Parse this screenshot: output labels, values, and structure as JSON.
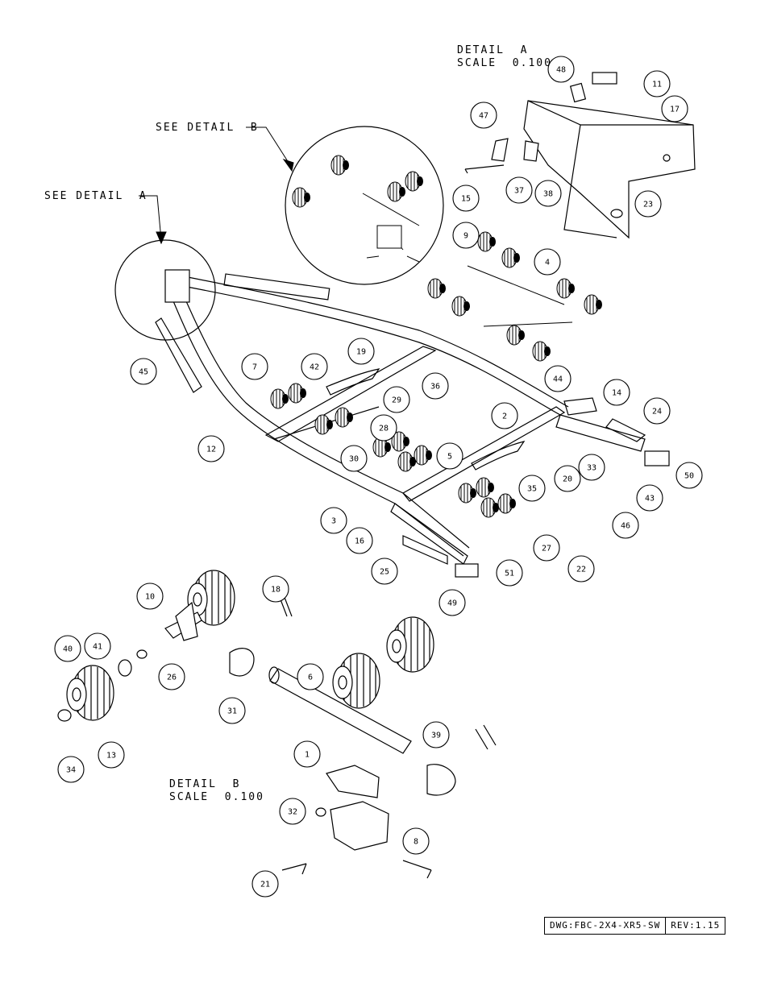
{
  "detail_a": {
    "title": "DETAIL  A",
    "scale": "SCALE  0.100"
  },
  "detail_b": {
    "title": "DETAIL  B",
    "scale": "SCALE  0.100"
  },
  "see_detail_a": "SEE DETAIL  A",
  "see_detail_b": "SEE DETAIL  B",
  "title_block": {
    "dwg": "DWG:FBC-2X4-XR5-SW",
    "rev": "REV:1.15"
  },
  "callouts": [
    "48",
    "11",
    "17",
    "47",
    "15",
    "37",
    "38",
    "23",
    "9",
    "4",
    "7",
    "42",
    "19",
    "45",
    "36",
    "44",
    "14",
    "24",
    "29",
    "28",
    "12",
    "30",
    "5",
    "2",
    "20",
    "33",
    "50",
    "43",
    "35",
    "46",
    "3",
    "16",
    "27",
    "22",
    "25",
    "51",
    "49",
    "10",
    "18",
    "40",
    "41",
    "26",
    "31",
    "6",
    "39",
    "1",
    "13",
    "34",
    "32",
    "8",
    "21"
  ]
}
